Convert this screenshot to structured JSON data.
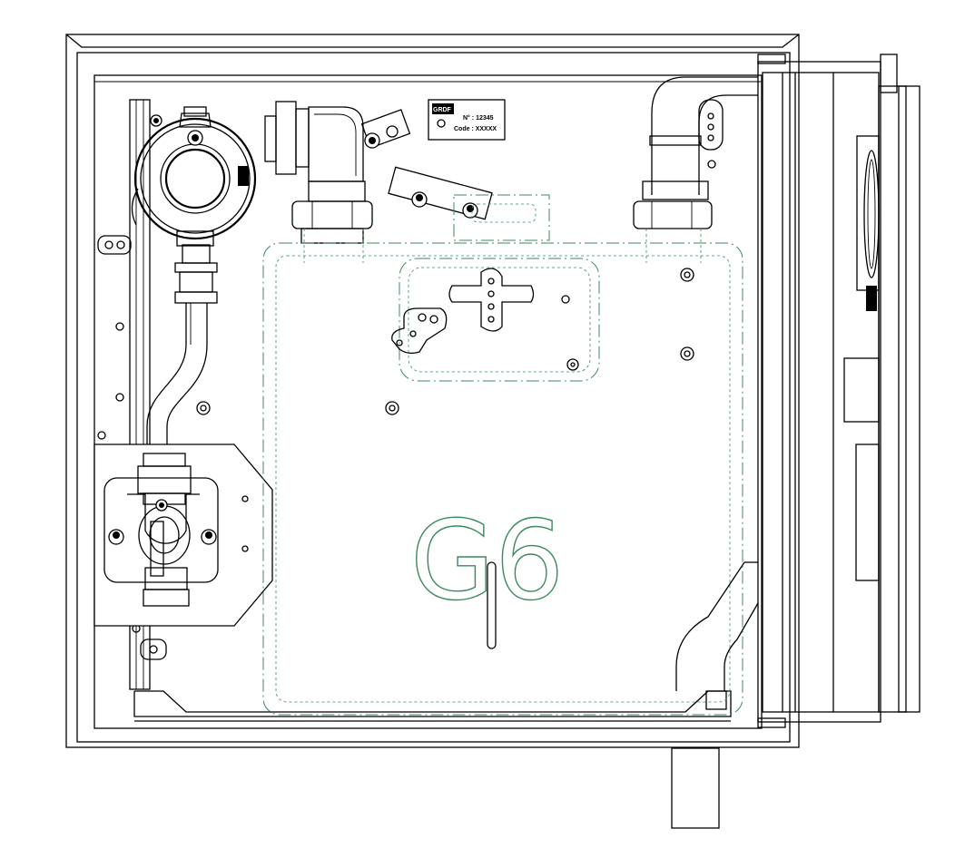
{
  "drawing": {
    "meter_label": "G6",
    "id_plate": {
      "brand": "GRDF",
      "number_line": "N° : 12345",
      "code_line": "Code : XXXXX"
    }
  }
}
